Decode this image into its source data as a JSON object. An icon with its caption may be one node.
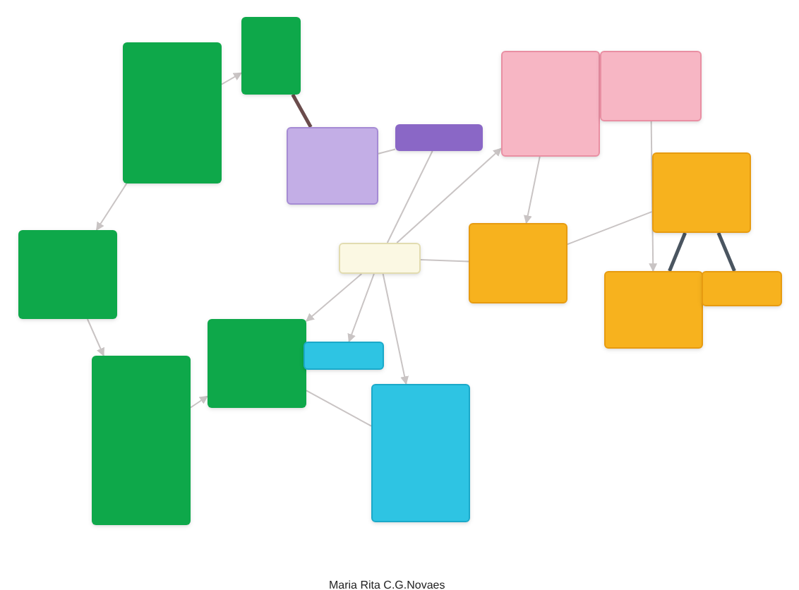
{
  "diagram": {
    "nodes": [
      {
        "text": [],
        "shape": "box"
      },
      {
        "text": [],
        "shape": "box"
      },
      {
        "text": [],
        "shape": "box"
      },
      {
        "text": [],
        "shape": "box"
      },
      {
        "text": [],
        "shape": "box"
      },
      {
        "text": [],
        "shape": "box"
      },
      {
        "text": [],
        "shape": "box"
      },
      {
        "text": [],
        "shape": "box"
      },
      {
        "text": [],
        "shape": "box"
      },
      {
        "text": [],
        "shape": "box"
      },
      {
        "text": [],
        "shape": "box"
      },
      {
        "text": [],
        "shape": "box"
      },
      {
        "text": [],
        "shape": "box"
      },
      {
        "text": [],
        "shape": "box"
      },
      {
        "text": [],
        "shape": "box"
      },
      {
        "text": [],
        "shape": "box"
      }
    ],
    "edges": [
      {
        "from": 1,
        "to": 0,
        "arrow": "to"
      },
      {
        "from": 0,
        "to": 5,
        "arrow": "none",
        "style": "thick",
        "color": "#6b4c4c"
      },
      {
        "from": 1,
        "to": 8,
        "arrow": "to"
      },
      {
        "from": 8,
        "to": 14,
        "arrow": "to"
      },
      {
        "from": 14,
        "to": 12,
        "arrow": "to"
      },
      {
        "from": 9,
        "to": 12,
        "arrow": "to"
      },
      {
        "from": 9,
        "to": 13,
        "arrow": "to"
      },
      {
        "from": 9,
        "to": 15,
        "arrow": "to"
      },
      {
        "from": 12,
        "to": 15,
        "arrow": "none"
      },
      {
        "from": 9,
        "to": 4,
        "arrow": "none"
      },
      {
        "from": 9,
        "to": 2,
        "arrow": "to"
      },
      {
        "from": 5,
        "to": 4,
        "arrow": "none"
      },
      {
        "from": 9,
        "to": 7,
        "arrow": "none"
      },
      {
        "from": 2,
        "to": 7,
        "arrow": "to"
      },
      {
        "from": 7,
        "to": 6,
        "arrow": "none"
      },
      {
        "from": 3,
        "to": 10,
        "arrow": "to"
      },
      {
        "from": 6,
        "to": 10,
        "arrow": "none",
        "style": "thick",
        "color": "#4a5560"
      },
      {
        "from": 6,
        "to": 11,
        "arrow": "none",
        "style": "thick",
        "color": "#4a5560"
      }
    ],
    "labels": [
      "Maria Rita C.G.Novaes"
    ]
  }
}
